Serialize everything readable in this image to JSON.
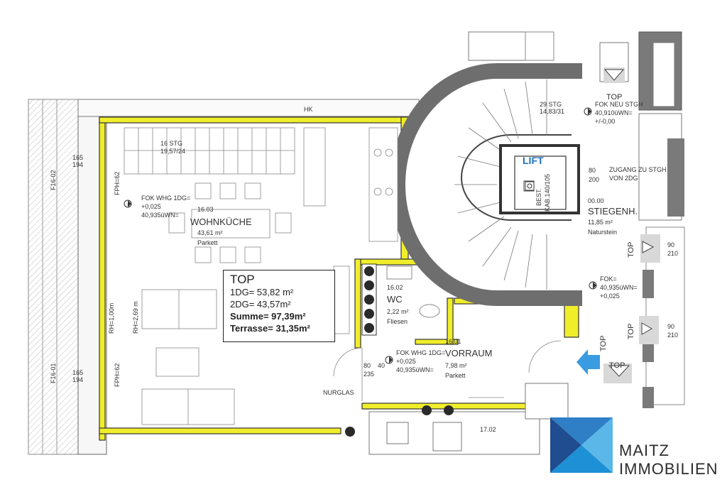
{
  "rooms": {
    "wohnkueche": {
      "num": "16.03",
      "name": "WOHNKÜCHE",
      "area": "43,61 m²",
      "floor": "Parkett"
    },
    "wc": {
      "num": "16.02",
      "name": "WC",
      "area": "2,22 m²",
      "floor": "Fliesen"
    },
    "vorraum": {
      "num": "16.01",
      "name": "VORRAUM",
      "area": "7,98 m²",
      "floor": "Parkett"
    },
    "stiegenh": {
      "num": "00.00",
      "name": "STIEGENH.",
      "area": "11,85 m²",
      "floor": "Naturstein"
    },
    "next": {
      "num": "17.02"
    }
  },
  "top_box": {
    "title": "TOP",
    "line1": "1DG= 53,82 m²",
    "line2": "2DG= 43,57m²",
    "sum": "Summe= 97,39m²",
    "terrace": "Terrasse= 31,35m²"
  },
  "labels": {
    "lift": "LIFT",
    "lift_cab": "BEST.",
    "lift_cab2": "KAB.140/105",
    "lift_door_w": "80",
    "lift_door_h": "200",
    "stairs_main": "29 STG",
    "stairs_main_dim": "14,83/31",
    "stairs_int": "16 STG",
    "stairs_int_dim": "19,57/24",
    "fok_whg_1": "FOK WHG 1DG=",
    "fok_whg_1_v1": "+0,025",
    "fok_whg_1_v2": "40,935üWN=",
    "fok_whg_2": "FOK WHG 1DG=",
    "fok_whg_2_v1": "+0,025",
    "fok_whg_2_v2": "40,935üWN=",
    "fok_neu": "FOK NEU STGH",
    "fok_neu_v1": "40,910üWN=",
    "fok_neu_v2": "+/-0,00",
    "fok_3": "FOK=",
    "fok_3_v1": "40,935üWN=",
    "fok_3_v2": "+0,025",
    "zugang": "ZUGANG ZU STGH",
    "zugang2": "VON 2DG",
    "top_tag": "TOP",
    "top_tag2": "TOP",
    "top_tag3": "TOP",
    "top_tag4": "TOP",
    "top_tag5": "TOP",
    "door_90": "90",
    "door_210": "210",
    "rh_1": "RH=1,00m",
    "rh_2": "RH=2,69 m",
    "fph_1": "FPH=62",
    "fph_2": "FPH=62",
    "win_1a": "165",
    "win_1b": "194",
    "win_2a": "165",
    "win_2b": "194",
    "axis_1": "F16-02",
    "axis_2": "F16-01",
    "door_80": "80",
    "door_40": "40",
    "door_235": "235",
    "nurglas": "NURGLAS",
    "hk": "HK"
  },
  "logo": {
    "line1": "MAITZ",
    "line2": "IMMOBILIEN",
    "colors": {
      "dark": "#1f4d8f",
      "mid": "#2f7fc6",
      "light": "#5ab7e8"
    }
  },
  "colors": {
    "wall_hatch": "#f0ee2a",
    "wall_dark": "#6e6e6e",
    "line": "#444444",
    "arrow": "#3a9be0"
  }
}
